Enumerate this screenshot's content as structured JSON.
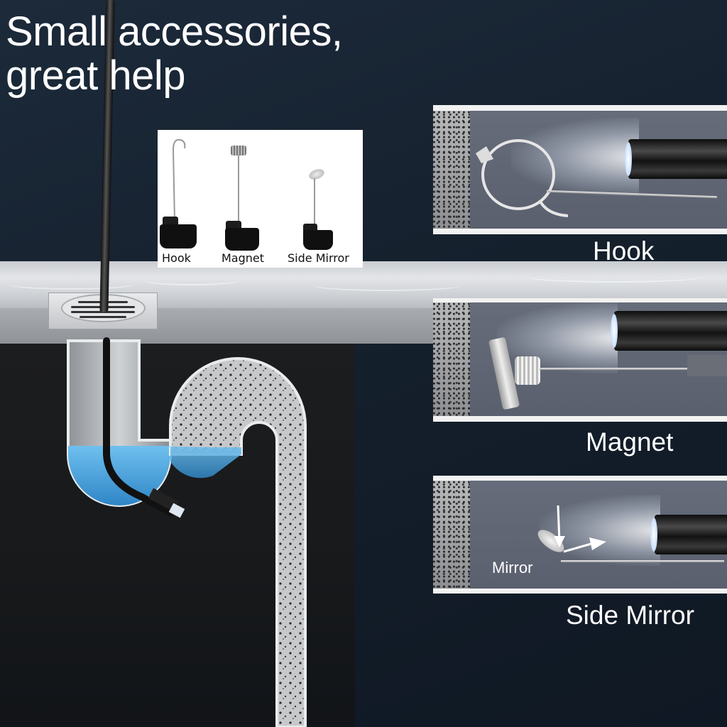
{
  "headline": {
    "line1": "Small accessories,",
    "line2": "great help"
  },
  "accessories_card": {
    "items": [
      {
        "label": "Hook",
        "icon": "hook-accessory-icon"
      },
      {
        "label": "Magnet",
        "icon": "magnet-accessory-icon"
      },
      {
        "label": "Side Mirror",
        "icon": "side-mirror-accessory-icon"
      }
    ]
  },
  "panels": [
    {
      "title": "Hook",
      "illustration": "ring-retrieved-by-hook"
    },
    {
      "title": "Magnet",
      "illustration": "bolt-attached-to-magnet"
    },
    {
      "title": "Side Mirror",
      "illustration": "mirror-reflecting-light",
      "annotation": "Mirror"
    }
  ],
  "colors": {
    "background": "#172230",
    "panel_frame": "#f2f2f2",
    "panel_inner": "#60667a",
    "water": "#4aa3dc",
    "text": "#ffffff"
  }
}
